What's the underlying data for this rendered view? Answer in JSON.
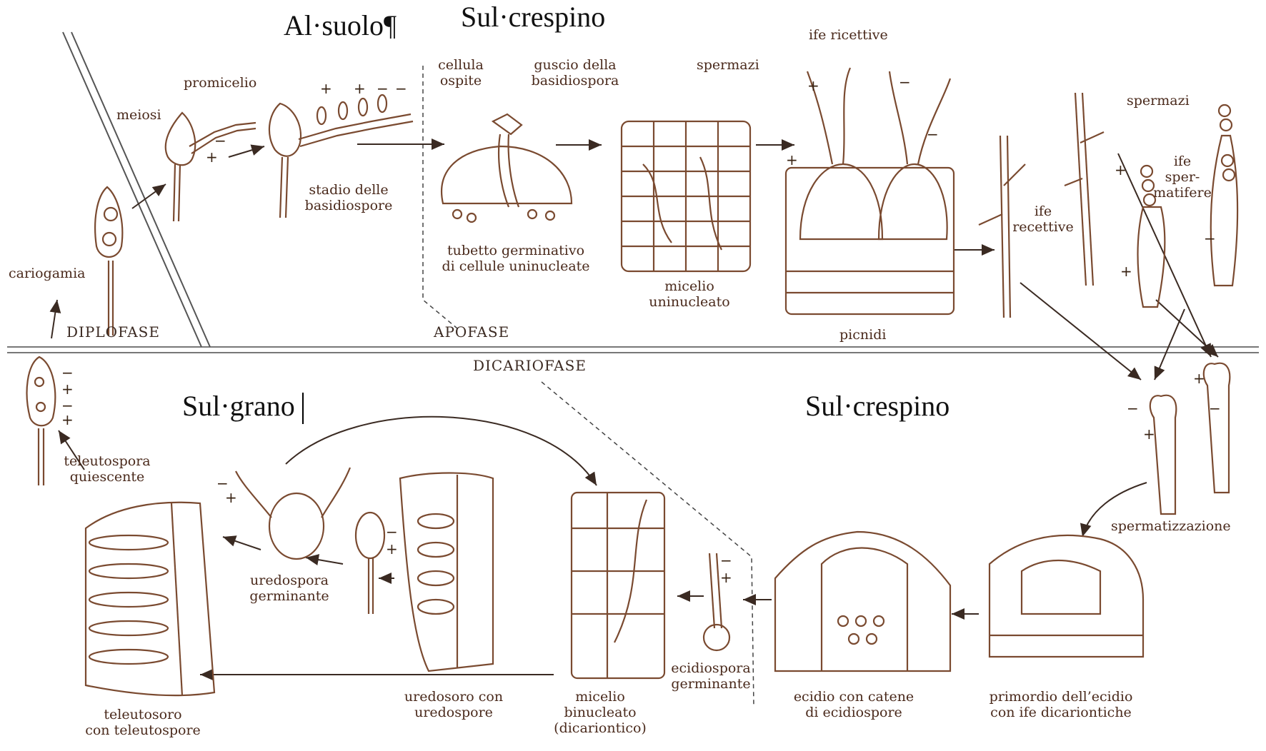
{
  "headings": {
    "al_suolo": "Al·suolo¶",
    "sul_crespino_top": "Sul·crespino",
    "sul_grano": "Sul·grano",
    "sul_crespino_bottom": "Sul·crespino"
  },
  "phases": {
    "diplofase": "DIPLOFASE",
    "apofase": "APOFASE",
    "dicariofase": "DICARIOFASE"
  },
  "labels": {
    "cariogamia": "cariogamia",
    "meiosi": "meiosi",
    "promicelio": "promicelio",
    "stadio_1": "stadio delle",
    "stadio_2": "basidiospore",
    "cellula_1": "cellula",
    "cellula_2": "ospite",
    "guscio_1": "guscio della",
    "guscio_2": "basidiospora",
    "tubetto_1": "tubetto germinativo",
    "tubetto_2": "di cellule uninucleate",
    "spermazi_top": "spermazi",
    "micelio_uni_1": "micelio",
    "micelio_uni_2": "uninucleato",
    "ife_ricettive": "ife ricettive",
    "picnidi": "picnidi",
    "ife_recettive_1": "ife",
    "ife_recettive_2": "recettive",
    "spermazi_right": "spermazi",
    "ife_sperm_1": "ife",
    "ife_sperm_2": "sper-",
    "ife_sperm_3": "matifere",
    "spermatizzazione": "spermatizzazione",
    "primordio_1": "primordio dell’ecidio",
    "primordio_2": "con ife dicariontiche",
    "ecidio_1": "ecidio con catene",
    "ecidio_2": "di ecidiospore",
    "ecidiospora_1": "ecidiospora",
    "ecidiospora_2": "germinante",
    "micelio_bin_1": "micelio",
    "micelio_bin_2": "binucleato",
    "micelio_bin_3": "(dicariontico)",
    "uredosoro_1": "uredosoro con",
    "uredosoro_2": "uredospore",
    "uredospora_1": "uredospora",
    "uredospora_2": "germinante",
    "teleutosoro_1": "teleutosoro",
    "teleutosoro_2": "con teleutospore",
    "teleutospora_1": "teleutospora",
    "teleutospora_2": "quiescente"
  },
  "colors": {
    "drawing": "#7a4a30",
    "text": "#4a2a1c",
    "rule": "#6b6b6b"
  }
}
